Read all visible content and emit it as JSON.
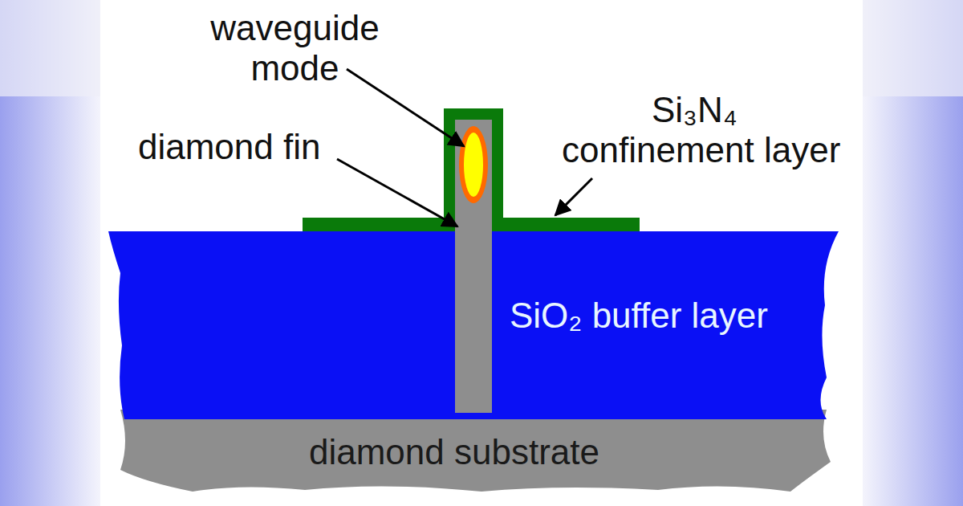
{
  "diagram": {
    "nodes": [
      {
        "text": [
          "SiO₂ buffer layer"
        ]
      },
      {
        "text": [
          "diamond substrate"
        ]
      }
    ],
    "labels": [
      "waveguide mode",
      "diamond fin",
      "Si₃N₄ confinement layer"
    ]
  }
}
